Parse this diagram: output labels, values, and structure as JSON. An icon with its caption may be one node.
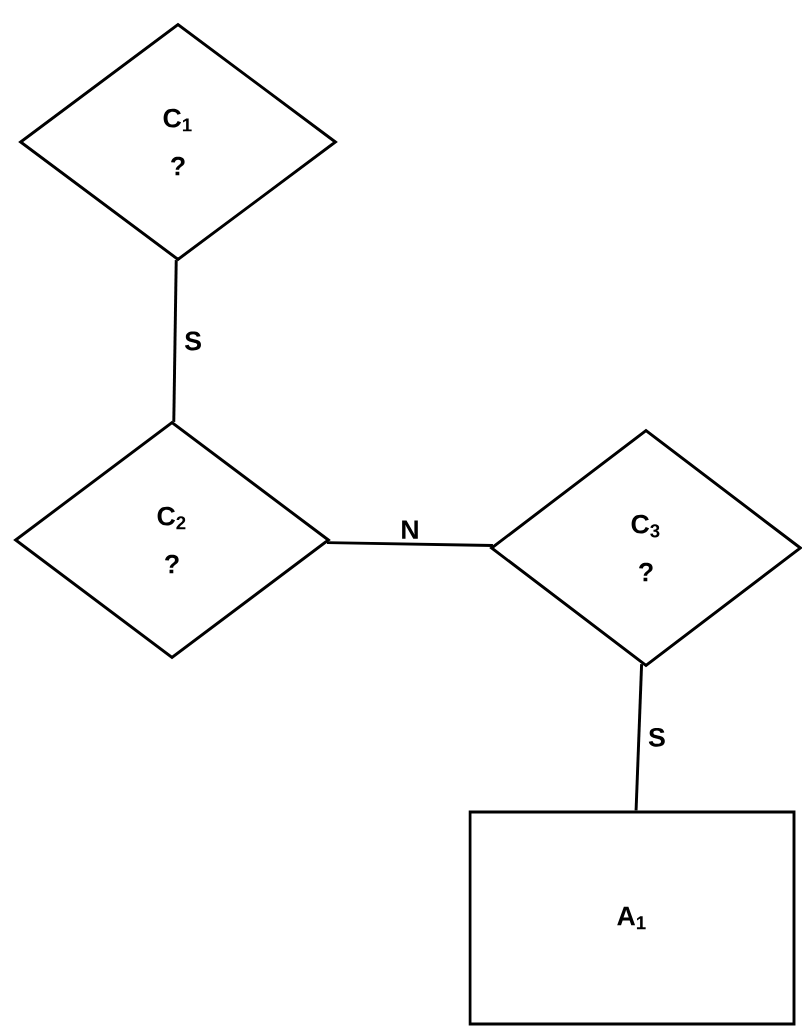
{
  "diagram": {
    "nodes": [
      {
        "text": [
          "C$_{1}$",
          "?"
        ]
      },
      {
        "text": [
          "C$_{2}$",
          "?"
        ]
      },
      {
        "text": [
          "C$_{3}$",
          "?"
        ]
      },
      {
        "text": [
          "A$_{1}$"
        ]
      }
    ],
    "edges": [
      {
        "from": 0,
        "to": 1,
        "arrow": "none",
        "label": "S"
      },
      {
        "from": 1,
        "to": 2,
        "arrow": "none",
        "label": "N"
      },
      {
        "from": 2,
        "to": 3,
        "arrow": "none",
        "label": "S"
      }
    ]
  }
}
